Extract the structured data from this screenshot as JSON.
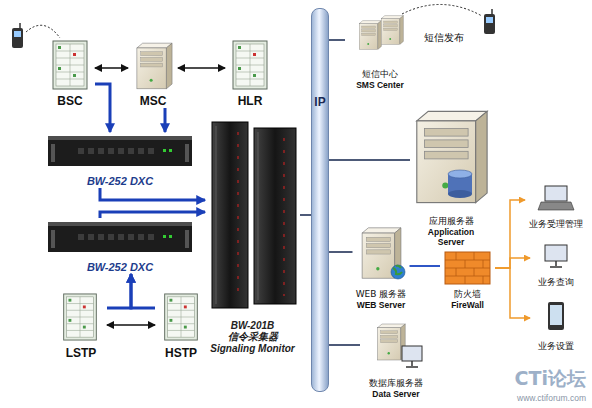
{
  "diagram": {
    "nodes": [
      {
        "text": [
          "BSC"
        ]
      },
      {
        "text": [
          "MSC"
        ]
      },
      {
        "text": [
          "HLR"
        ]
      },
      {
        "text": [
          "BW-252 DXC"
        ]
      },
      {
        "text": [
          "BW-252 DXC"
        ]
      },
      {
        "text": [
          "BW-201B",
          "信令采集器",
          "Signaling Monitor"
        ]
      },
      {
        "text": [
          "LSTP"
        ]
      },
      {
        "text": [
          "HSTP"
        ]
      },
      {
        "text": [
          "IP"
        ]
      },
      {
        "text": [
          "短信中心",
          "SMS Center"
        ]
      },
      {
        "text": [
          "应用服务器",
          "Application Server"
        ]
      },
      {
        "text": [
          "WEB 服务器",
          "WEB Server"
        ]
      },
      {
        "text": [
          "防火墙",
          "FireWall"
        ]
      },
      {
        "text": [
          "业务受理管理"
        ]
      },
      {
        "text": [
          "业务查询"
        ]
      },
      {
        "text": [
          "业务设置"
        ]
      },
      {
        "text": [
          "数据库服务器",
          "Data Server"
        ]
      }
    ],
    "edges": [
      {
        "from": 0,
        "to": 1,
        "arrow": "both"
      },
      {
        "from": 1,
        "to": 2,
        "arrow": "both"
      },
      {
        "from": 0,
        "to": 3,
        "arrow": "to"
      },
      {
        "from": 1,
        "to": 3,
        "arrow": "to"
      },
      {
        "from": 3,
        "to": 5,
        "arrow": "to"
      },
      {
        "from": 4,
        "to": 5,
        "arrow": "to"
      },
      {
        "from": 6,
        "to": 7,
        "arrow": "both"
      },
      {
        "from": 6,
        "to": 4,
        "arrow": "to"
      },
      {
        "from": 7,
        "to": 4,
        "arrow": "to"
      },
      {
        "from": 5,
        "to": 8,
        "arrow": "none"
      },
      {
        "from": 8,
        "to": 9,
        "arrow": "none"
      },
      {
        "from": 8,
        "to": 10,
        "arrow": "none"
      },
      {
        "from": 8,
        "to": 11,
        "arrow": "none"
      },
      {
        "from": 8,
        "to": 16,
        "arrow": "none"
      },
      {
        "from": 11,
        "to": 12,
        "arrow": "none"
      },
      {
        "from": 12,
        "to": 13,
        "arrow": "to"
      },
      {
        "from": 12,
        "to": 14,
        "arrow": "to"
      },
      {
        "from": 12,
        "to": 15,
        "arrow": "to"
      }
    ],
    "labels": [
      "短信发布",
      "CTi论坛",
      "www.ctiforum.com"
    ]
  }
}
